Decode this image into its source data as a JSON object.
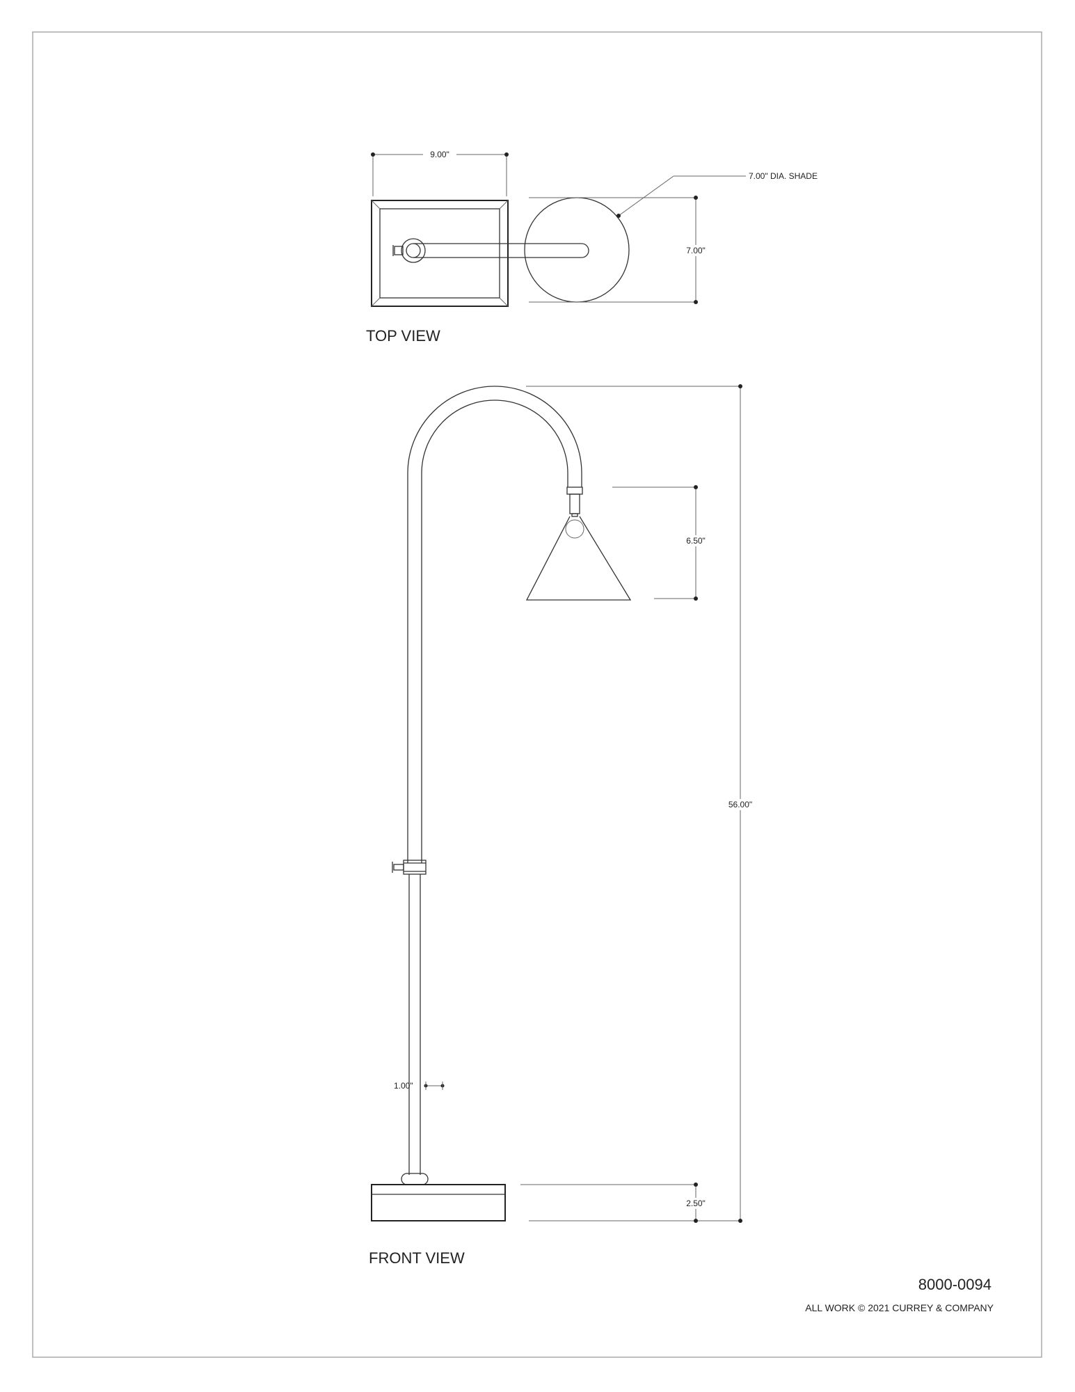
{
  "top_view": {
    "label": "TOP VIEW",
    "width_dim": "9.00\"",
    "shade_dim": "7.00\"",
    "shade_callout": "7.00\" DIA. SHADE"
  },
  "front_view": {
    "label": "FRONT VIEW",
    "height_dim": "56.00\"",
    "shade_height_dim": "6.50\"",
    "pole_dim": "1.00\"",
    "base_height_dim": "2.50\""
  },
  "title_block": {
    "part_number": "8000-0094",
    "copyright": "ALL WORK © 2021 CURREY & COMPANY"
  }
}
